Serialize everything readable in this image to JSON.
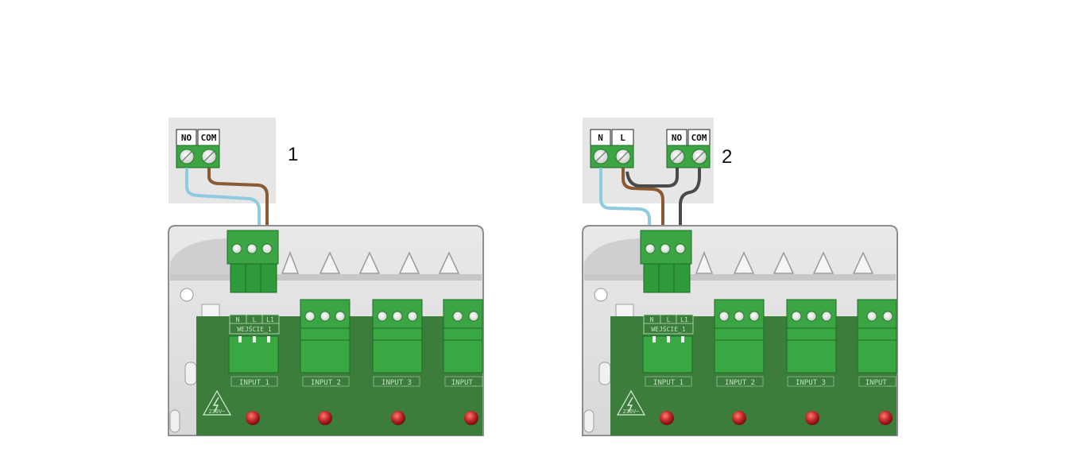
{
  "panel1": {
    "number": "1",
    "relay_terminals": [
      "NO",
      "COM"
    ],
    "board_label_top": [
      "N",
      "L",
      "L1"
    ],
    "board_label_name": "WEJŚCIE_1",
    "inputs": [
      "INPUT_1",
      "INPUT_2",
      "INPUT_3",
      "INPUT_"
    ],
    "warning": "230V~"
  },
  "panel2": {
    "number": "2",
    "power_terminals": [
      "N",
      "L"
    ],
    "relay_terminals": [
      "NO",
      "COM"
    ],
    "board_label_top": [
      "N",
      "L",
      "L1"
    ],
    "board_label_name": "WEJŚCIE_1",
    "inputs": [
      "INPUT_1",
      "INPUT_2",
      "INPUT_3",
      "INPUT_"
    ],
    "warning": "230V~"
  },
  "colors": {
    "terminal_green": "#3aa542",
    "pcb_green": "#3d7d3c",
    "wire_blue": "#8fcbe0",
    "wire_brown": "#8a5a33",
    "wire_gray": "#4a4a4a",
    "led_red": "#c0282a"
  }
}
